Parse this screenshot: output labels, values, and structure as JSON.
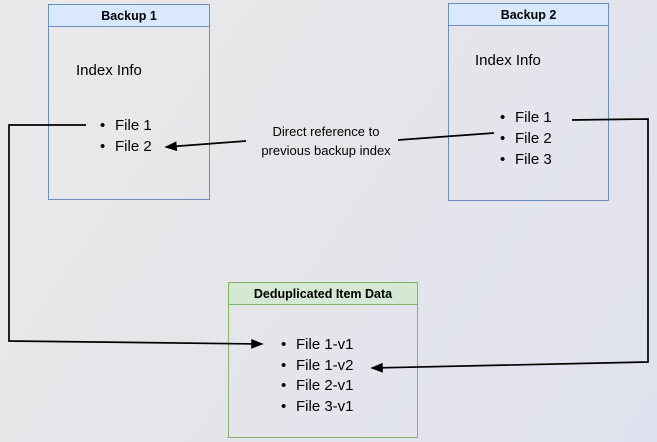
{
  "backup1": {
    "title": "Backup 1",
    "section_label": "Index Info",
    "files": [
      "File 1",
      "File 2"
    ]
  },
  "backup2": {
    "title": "Backup 2",
    "section_label": "Index Info",
    "files": [
      "File 1",
      "File 2",
      "File 3"
    ]
  },
  "dedup_store": {
    "title": "Deduplicated Item Data",
    "files": [
      "File 1-v1",
      "File 1-v2",
      "File 2-v1",
      "File 3-v1"
    ]
  },
  "annotation": {
    "line1": "Direct reference to",
    "line2": "previous backup index"
  },
  "colors": {
    "blue_fill": "#dae8fc",
    "blue_border": "#6c8ebf",
    "green_fill": "#d5e8d4",
    "green_border": "#82b366",
    "arrow": "#000000"
  }
}
